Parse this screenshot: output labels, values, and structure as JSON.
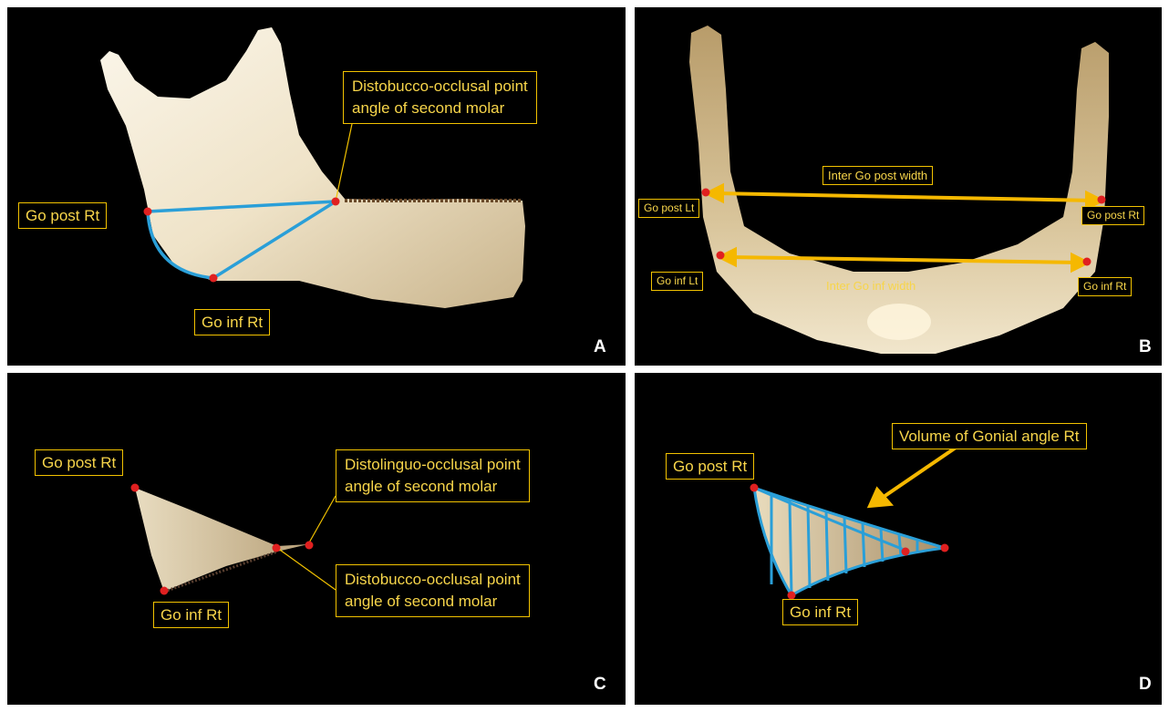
{
  "panels": {
    "a": {
      "letter": "A",
      "labels": {
        "go_post": "Go post Rt",
        "go_inf": "Go inf Rt",
        "distobucco_1": "Distobucco-occlusal point",
        "distobucco_2": "angle of second molar"
      }
    },
    "b": {
      "letter": "B",
      "labels": {
        "inter_post": "Inter Go post width",
        "inter_inf": "Inter Go inf width",
        "go_post_lt": "Go post Lt",
        "go_post_rt": "Go post Rt",
        "go_inf_lt": "Go inf Lt",
        "go_inf_rt": "Go inf Rt"
      }
    },
    "c": {
      "letter": "C",
      "labels": {
        "go_post": "Go post Rt",
        "go_inf": "Go inf Rt",
        "distolinguo_1": "Distolinguo-occlusal point",
        "distolinguo_2": "angle of second molar",
        "distobucco_1": "Distobucco-occlusal point",
        "distobucco_2": "angle of second molar"
      }
    },
    "d": {
      "letter": "D",
      "labels": {
        "volume": "Volume of Gonial angle Rt",
        "go_post": "Go post Rt",
        "go_inf": "Go inf Rt"
      }
    }
  },
  "colors": {
    "label_text": "#f7d54a",
    "label_border": "#f2c200",
    "measure_line": "#2a9fd8",
    "arrow": "#f5b800",
    "landmark": "#e02020",
    "bone": "#f3ead6"
  }
}
